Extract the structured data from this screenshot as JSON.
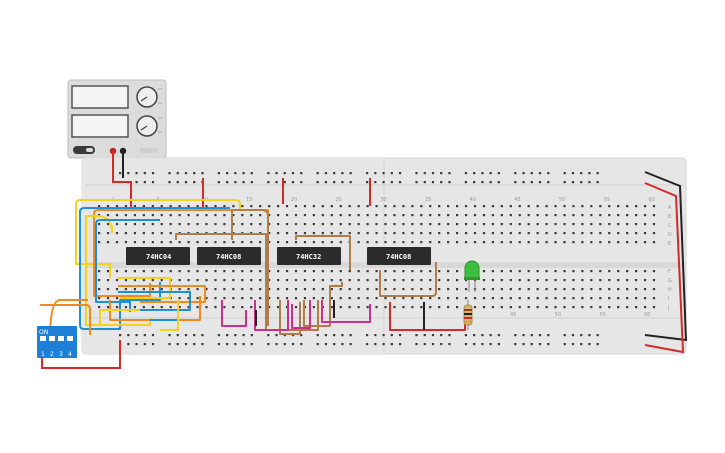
{
  "chips": [
    {
      "label": "74HC04"
    },
    {
      "label": "74HC08"
    },
    {
      "label": "74HC32"
    },
    {
      "label": "74HC08"
    }
  ],
  "breadboard": {
    "column_numbers": [
      "1",
      "5",
      "10",
      "15",
      "20",
      "25",
      "30",
      "35",
      "40",
      "45",
      "50",
      "55",
      "60"
    ],
    "bottom_column_numbers": [
      "45",
      "50",
      "55",
      "60"
    ],
    "row_labels_top": [
      "A",
      "B",
      "C",
      "D",
      "E"
    ],
    "row_labels_bottom": [
      "F",
      "G",
      "H",
      "I",
      "J"
    ]
  },
  "dip_switch": {
    "on_label": "ON",
    "numbers": [
      "1",
      "2",
      "3",
      "4"
    ]
  },
  "power_supply": {
    "labels": [
      "CV",
      "CC",
      "CV",
      "CC"
    ]
  },
  "colors": {
    "breadboard": "#e6e6e6",
    "wire_red": "#d42a2a",
    "wire_yellow": "#f2d21a",
    "wire_blue": "#1e90d6",
    "wire_orange": "#ee8a1e",
    "wire_brown": "#b07c4a",
    "wire_magenta": "#c8308c",
    "wire_black": "#222222",
    "led_green": "#3fbf3f",
    "switch_blue": "#1e7fd6"
  }
}
